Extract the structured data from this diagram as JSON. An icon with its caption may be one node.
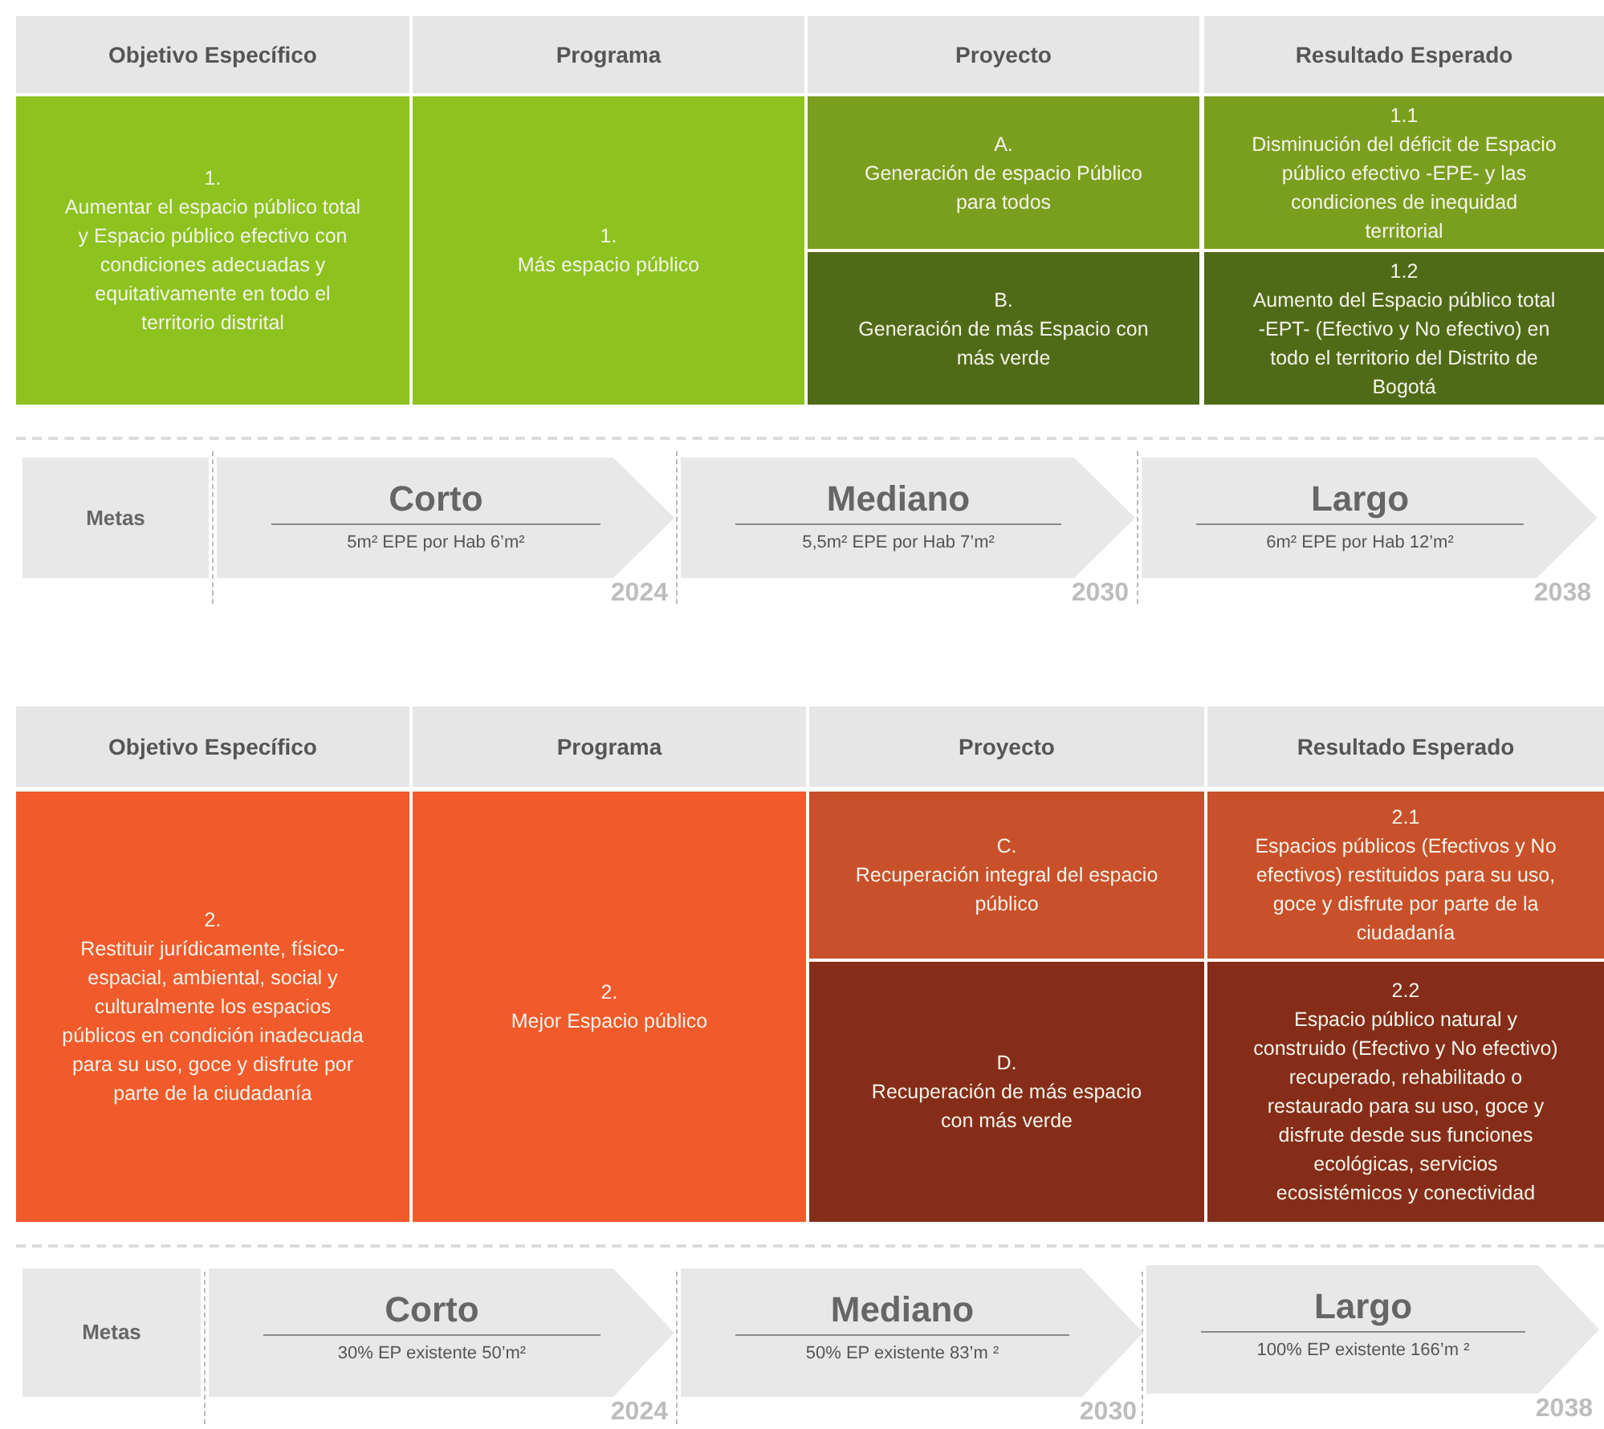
{
  "diagram": {
    "nodes": [
      {
        "text": [
          "Objetivo Específico"
        ]
      },
      {
        "text": [
          "Programa"
        ]
      },
      {
        "text": [
          "Proyecto"
        ]
      },
      {
        "text": [
          "Resultado Esperado"
        ]
      },
      {
        "text": [
          "1.",
          "Aumentar el espacio público total y Espacio público efectivo con condiciones adecuadas y equitativamente en todo el territorio distrital"
        ]
      },
      {
        "text": [
          "1.",
          "Más espacio público"
        ]
      },
      {
        "text": [
          "A.",
          "Generación de espacio Público para todos"
        ]
      },
      {
        "text": [
          "1.1",
          "Disminución del déficit de Espacio público efectivo -EPE- y las condiciones de inequidad territorial"
        ]
      },
      {
        "text": [
          "B.",
          "Generación de más Espacio con más verde"
        ]
      },
      {
        "text": [
          "1.2",
          "Aumento del Espacio público total -EPT- (Efectivo y No efectivo) en todo el territorio del Distrito de Bogotá"
        ]
      },
      {
        "text": [
          "Metas"
        ]
      },
      {
        "text": [
          "Corto",
          "5m² EPE por Hab 6’m²"
        ],
        "beside": [
          "2024"
        ]
      },
      {
        "text": [
          "Mediano",
          "5,5m² EPE por Hab 7’m²"
        ],
        "beside": [
          "2030"
        ]
      },
      {
        "text": [
          "Largo",
          "6m² EPE por Hab 12’m²"
        ],
        "beside": [
          "2038"
        ]
      },
      {
        "text": [
          "Objetivo Específico"
        ]
      },
      {
        "text": [
          "Programa"
        ]
      },
      {
        "text": [
          "Proyecto"
        ]
      },
      {
        "text": [
          "Resultado Esperado"
        ]
      },
      {
        "text": [
          "2.",
          "Restituir jurídicamente, físico-espacial, ambiental, social y culturalmente los espacios públicos en condición inadecuada para su uso, goce y disfrute por parte de la ciudadanía"
        ]
      },
      {
        "text": [
          "2.",
          "Mejor Espacio público"
        ]
      },
      {
        "text": [
          "C.",
          "Recuperación integral del espacio público"
        ]
      },
      {
        "text": [
          "2.1",
          "Espacios públicos (Efectivos y No efectivos) restituidos para su uso, goce y disfrute por parte de la ciudadanía"
        ]
      },
      {
        "text": [
          "D.",
          "Recuperación de más espacio con más verde"
        ]
      },
      {
        "text": [
          "2.2",
          "Espacio público natural y construido (Efectivo y No efectivo) recuperado, rehabilitado o restaurado para su uso, goce y disfrute desde sus funciones ecológicas, servicios ecosistémicos y conectividad"
        ]
      },
      {
        "text": [
          "Metas"
        ]
      },
      {
        "text": [
          "Corto",
          "30% EP existente 50’m²"
        ],
        "beside": [
          "2024"
        ]
      },
      {
        "text": [
          "Mediano",
          "50% EP existente 83’m ²"
        ],
        "beside": [
          "2030"
        ]
      },
      {
        "text": [
          "Largo",
          "100% EP existente 166’m ²"
        ],
        "beside": [
          "2038"
        ]
      }
    ]
  }
}
